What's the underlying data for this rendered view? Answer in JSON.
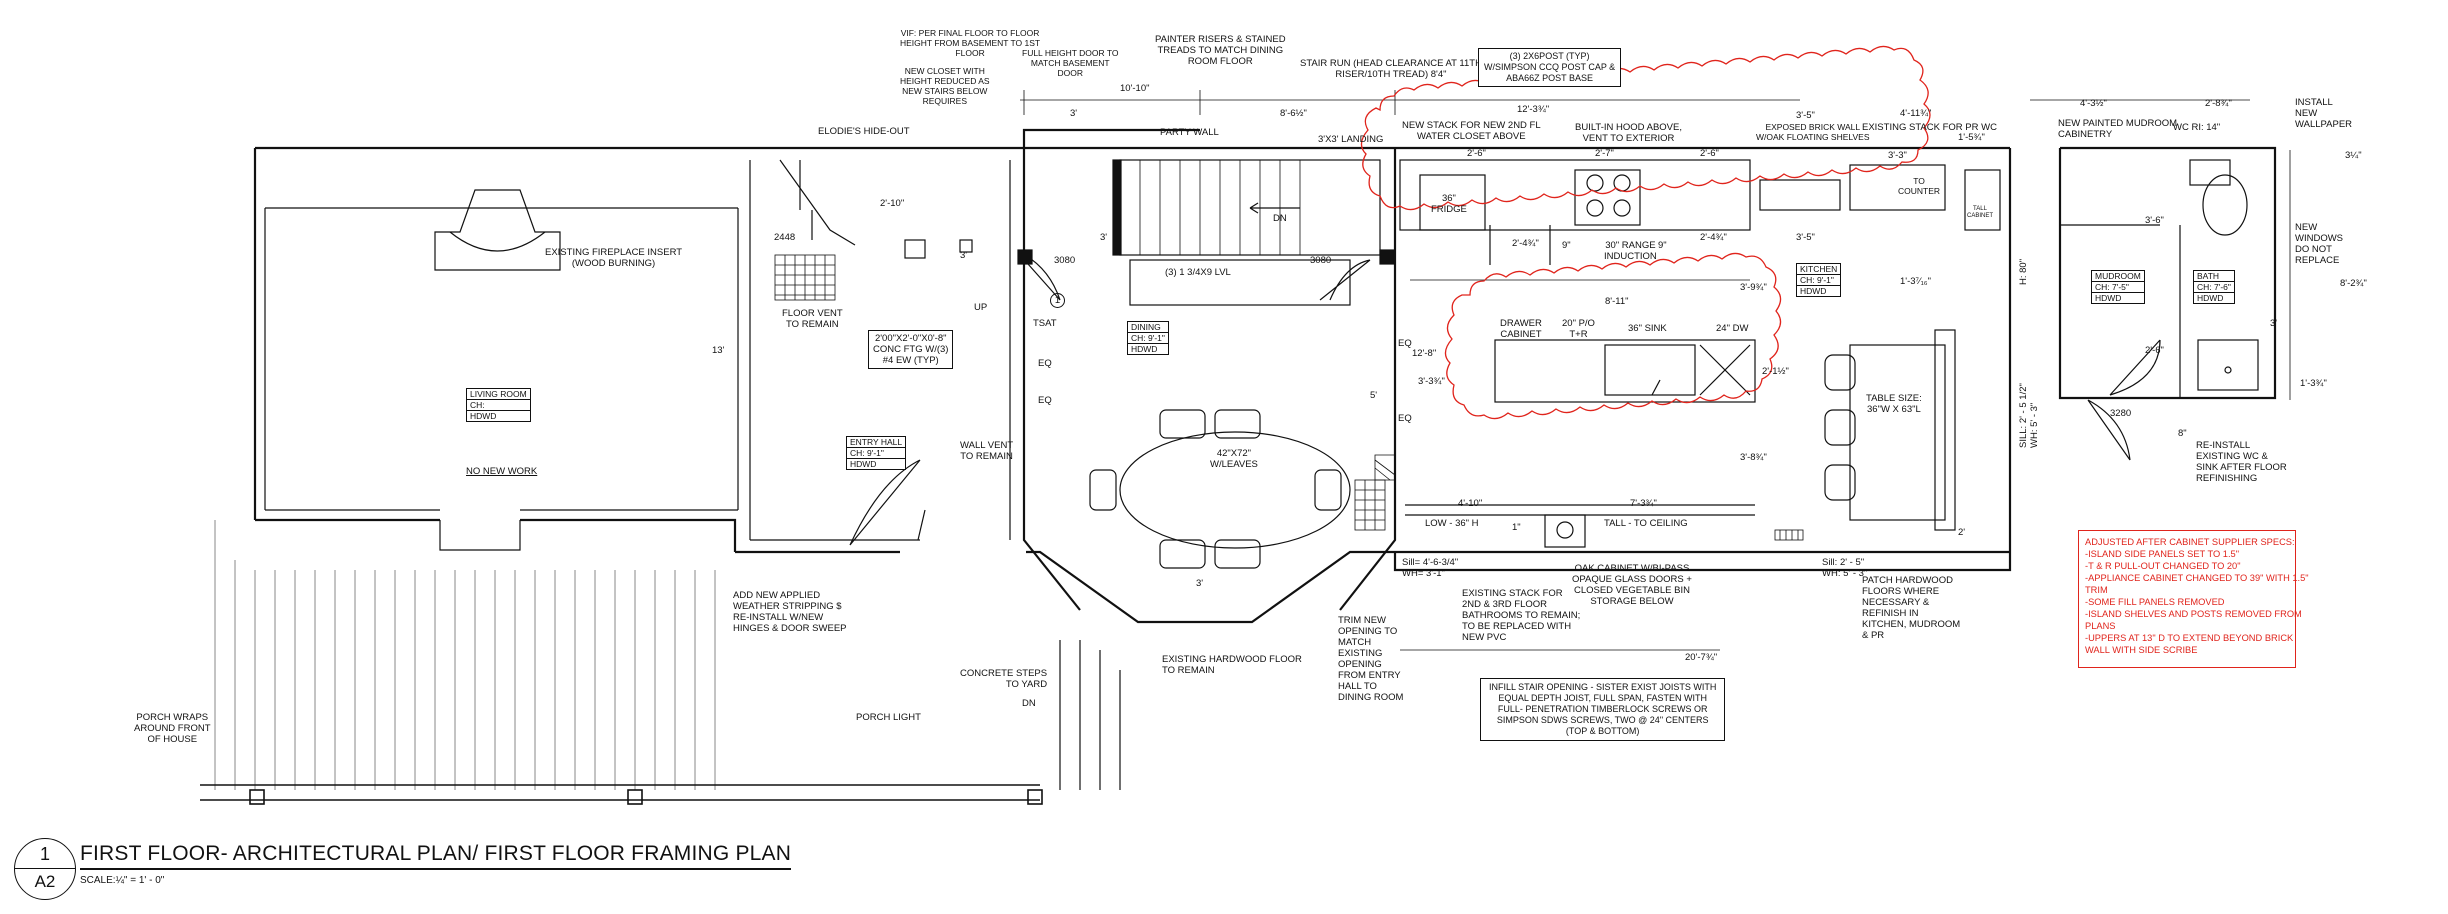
{
  "sheet": {
    "number": "1",
    "sheet_id": "A2",
    "title": "FIRST FLOOR- ARCHITECTURAL PLAN/ FIRST FLOOR FRAMING PLAN",
    "scale": "SCALE:¼\" = 1' - 0\""
  },
  "rooms": {
    "living": [
      "LIVING ROOM",
      "CH:",
      "HDWD"
    ],
    "entry": [
      "ENTRY HALL",
      "CH: 9'-1\"",
      "HDWD"
    ],
    "dining": [
      "DINING",
      "CH: 9'-1\"",
      "HDWD"
    ],
    "kitchen": [
      "KITCHEN",
      "CH: 9'-1\"",
      "HDWD"
    ],
    "mudroom": [
      "MUDROOM",
      "CH: 7'-5\"",
      "HDWD"
    ],
    "bath": [
      "BATH",
      "CH: 7'-6\"",
      "HDWD"
    ]
  },
  "notes": {
    "elodies": "ELODIE'S HIDE-OUT",
    "fireplace": "EXISTING FIREPLACE INSERT\n(WOOD BURNING)",
    "no_new_work": "NO NEW WORK",
    "floor_vent": "FLOOR VENT\nTO REMAIN",
    "conc_ftg": "2'00\"X2'-0\"X0'-8\"\nCONC FTG W/(3)\n#4 EW (TYP)",
    "wall_vent": "WALL VENT\nTO REMAIN",
    "weather": "ADD NEW APPLIED\nWEATHER STRIPPING $\nRE-INSTALL W/NEW\nHINGES & DOOR SWEEP",
    "concrete_steps": "CONCRETE STEPS\nTO YARD",
    "dn_steps": "DN",
    "porch_light": "PORCH LIGHT",
    "porch_wraps": "PORCH WRAPS\nAROUND FRONT\nOF HOUSE",
    "vif": "VIF: PER FINAL FLOOR TO FLOOR\nHEIGHT FROM BASEMENT TO 1ST\nFLOOR",
    "new_closet": "NEW CLOSET WITH\nHEIGHT REDUCED AS\nNEW STAIRS BELOW\nREQUIRES",
    "full_height_door": "FULL HEIGHT DOOR TO\nMATCH BASEMENT\nDOOR",
    "painter_risers": "PAINTER RISERS & STAINED\nTREADS TO MATCH DINING\nROOM FLOOR",
    "stair_run": "STAIR RUN (HEAD CLEARANCE AT 11TH\nRISER/10TH TREAD) 8'4\"",
    "party_wall": "PARTY WALL",
    "landing": "3'X3' LANDING",
    "dn_stair": "DN",
    "up": "UP",
    "tsat": "TSAT",
    "lvl": "(3) 1 3/4X9 LVL",
    "table_dining": "42\"X72\"\nW/LEAVES",
    "existing_hardwood": "EXISTING HARDWOOD FLOOR\nTO REMAIN",
    "trim_new": "TRIM NEW\nOPENING TO\nMATCH\nEXISTING\nOPENING\nFROM ENTRY\nHALL TO\nDINING ROOM",
    "post_box": "(3) 2X6POST (TYP)\nW/SIMPSON CCQ POST CAP &\nABA66Z POST BASE",
    "new_stack": "NEW STACK FOR NEW 2ND FL\nWATER CLOSET ABOVE",
    "built_in_hood": "BUILT-IN HOOD ABOVE,\nVENT TO EXTERIOR",
    "fridge": "36\"\nFRIDGE",
    "range": "30\" RANGE\nINDUCTION",
    "drawer_cabinet": "DRAWER\nCABINET",
    "po_tr": "20\" P/O\nT+R",
    "sink": "36\" SINK",
    "dw": "24\" DW",
    "exposed_brick": "EXPOSED BRICK WALL\nW/OAK FLOATING SHELVES",
    "existing_stack_pr": "EXISTING STACK FOR PR WC",
    "to_counter": "TO\nCOUNTER",
    "tall_cabinet": "TALL\nCABINET",
    "table_size": "TABLE SIZE:\n36\"W X 63\"L",
    "low": "LOW - 36\" H",
    "tall_ceiling": "TALL - TO CEILING",
    "sill_left": "Sill= 4'-6-3/4\"\nWH= 3'-1\"",
    "existing_stack_bath": "EXISTING STACK FOR\n2ND & 3RD FLOOR\nBATHROOMS TO REMAIN;\nTO BE REPLACED WITH\nNEW PVC",
    "oak_cabinet": "OAK CABINET W/BI-PASS\nOPAQUE GLASS DOORS +\nCLOSED VEGETABLE BIN\nSTORAGE BELOW",
    "infill": "INFILL STAIR OPENING - SISTER EXIST JOISTS WITH\nEQUAL DEPTH JOIST, FULL SPAN, FASTEN WITH\nFULL- PENETRATION TIMBERLOCK SCREWS OR\nSIMPSON SDWS SCREWS, TWO @ 24\" CENTERS\n(TOP & BOTTOM)",
    "sill_mid": "Sill: 2' - 5\"\nWH: 5' - 3\"",
    "patch_hardwood": "PATCH HARDWOOD\nFLOORS WHERE\nNECESSARY &\nREFINISH IN\nKITCHEN, MUDROOM\n& PR",
    "new_painted_mudroom": "NEW PAINTED MUDROOM\nCABINETRY",
    "wc_ri": "WC RI: 14\"",
    "install_wallpaper": "INSTALL\nNEW\nWALLPAPER",
    "new_windows": "NEW\nWINDOWS\nDO NOT\nREPLACE",
    "reinstall_wc": "RE-INSTALL\nEXISTING WC &\nSINK AFTER FLOOR\nREFINISHING",
    "sill_right": "SILL: 2' - 5 1/2\"\nWH: 5' - 3\"",
    "h80": "H: 80\"",
    "door_3080_a": "3080",
    "door_3080_b": "3080",
    "door_3280": "3280",
    "door_2448": "2448",
    "eq": "EQ",
    "marker": "1"
  },
  "dimensions": {
    "d_10_10": "10'-10\"",
    "d_3_top": "3'",
    "d_8_6": "8'-6½\"",
    "d_12_3": "12'-3¾\"",
    "d_3_5a": "3'-5\"",
    "d_4_11": "4'-11¾\"",
    "d_1_5": "1'-5¾\"",
    "d_4_3": "4'-3½\"",
    "d_2_8": "2'-8¾\"",
    "d_2_6a": "2'-6\"",
    "d_2_7": "2'-7\"",
    "d_2_6b": "2'-6\"",
    "d_3_3": "3'-3\"",
    "d_2_10": "2'-10\"",
    "d_3_mid": "3'",
    "d_3_mid2": "3'",
    "d_13": "13'",
    "d_12_8": "12'-8\"",
    "d_3_3v": "3'-3¾\"",
    "d_5": "5'",
    "d_2_4": "2'-4¾\"",
    "d_9a": "9\"",
    "d_9b": "9\"",
    "d_2_4b": "2'-4¾\"",
    "d_3_5b": "3'-5\"",
    "d_1_3": "1'-3⁷⁄₁₆\"",
    "d_8_11": "8'-11\"",
    "d_3_9": "3'-9¾\"",
    "d_2_1": "2'-1½\"",
    "d_3_8": "3'-8¾\"",
    "d_4_10": "4'-10\"",
    "d_7_3": "7'-3¾\"",
    "d_1": "1\"",
    "d_20_7": "20'-7¾\"",
    "d_2": "2'",
    "d_3_6": "3'-6\"",
    "d_2_6c": "2'-6\"",
    "d_3_r": "3'",
    "d_8_r": "8'-2¾\"",
    "d_1_3r": "1'-3¾\"",
    "d_6_8": "8\"",
    "d_3_4": "3¼\"",
    "d_3_front": "3'"
  },
  "revision_notes": [
    "ADJUSTED AFTER CABINET SUPPLIER SPECS:",
    "-ISLAND SIDE PANELS SET TO 1.5\"",
    "-T & R PULL-OUT CHANGED TO 20\"",
    "-APPLIANCE CABINET CHANGED TO 39\" WITH 1.5\"",
    "TRIM",
    "-SOME FILL PANELS REMOVED",
    "-ISLAND SHELVES AND POSTS REMOVED FROM",
    "PLANS",
    "-UPPERS AT 13\" D TO EXTEND BEYOND BRICK",
    "WALL WITH SIDE SCRIBE"
  ],
  "colors": {
    "line": "#111111",
    "redline": "#e0241c",
    "background": "#ffffff"
  }
}
